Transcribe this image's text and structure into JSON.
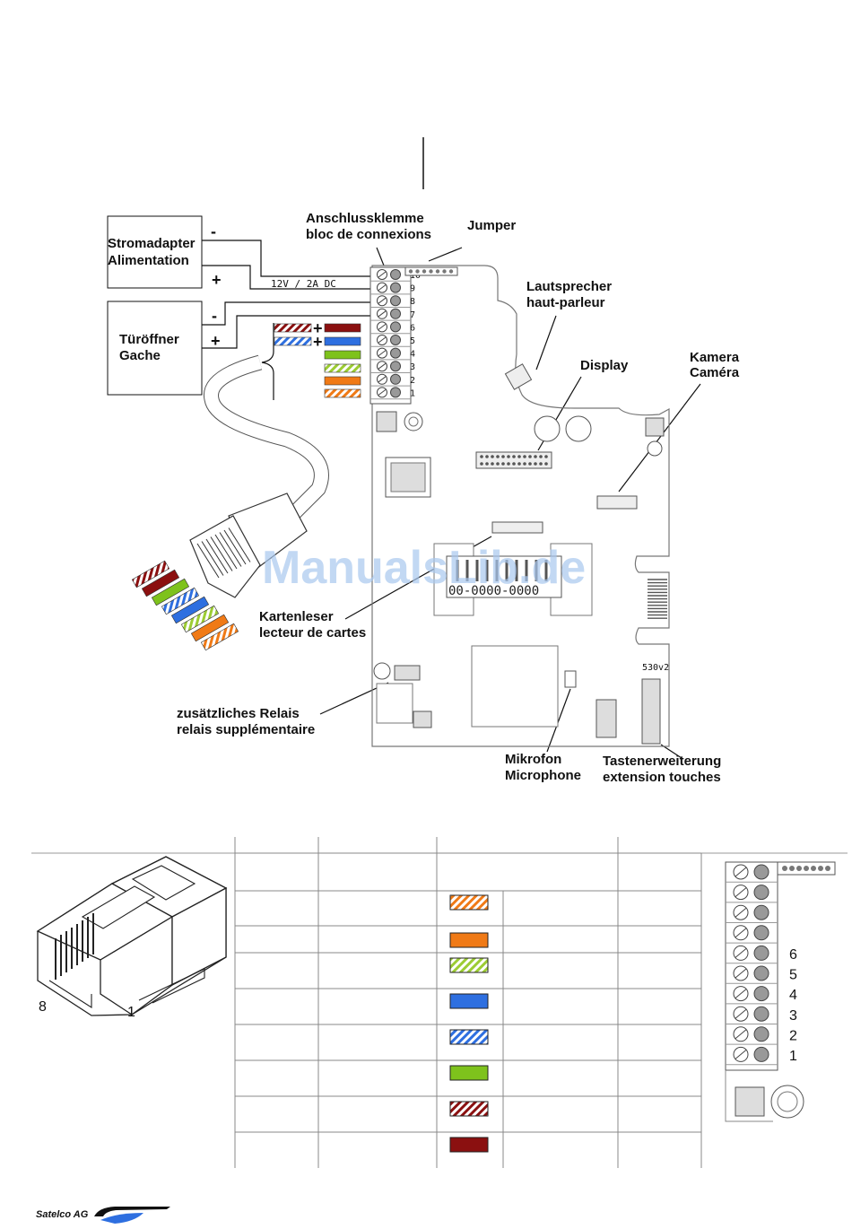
{
  "labels": {
    "power_box": [
      "Stromadapter",
      "Alimentation"
    ],
    "door_box": [
      "Türöffner",
      "Gache"
    ],
    "terminal": [
      "Anschlussklemme",
      "bloc de connexions"
    ],
    "jumper": "Jumper",
    "speaker": [
      "Lautsprecher",
      "haut-parleur"
    ],
    "display": "Display",
    "camera": [
      "Kamera",
      "Caméra"
    ],
    "card_reader": [
      "Kartenleser",
      "lecteur de cartes"
    ],
    "relay": [
      "zusätzliches Relais",
      "relais supplémentaire"
    ],
    "microphone": [
      "Mikrofon",
      "Microphone"
    ],
    "keypad": [
      "Tastenerweiterung",
      "extension touches"
    ],
    "voltage": "12V / 2A DC",
    "minus": "-",
    "plus": "+",
    "board_version": "530v2",
    "card_chip_text": "00-0000-0000"
  },
  "terminal_numbers": [
    "10",
    "9",
    "8",
    "7",
    "6",
    "5",
    "4",
    "3",
    "2",
    "1"
  ],
  "wire_colors": [
    {
      "main": "#8b1010",
      "stripe": true
    },
    {
      "main": "#8b1010",
      "stripe": false
    },
    {
      "main": "#2e6fe0",
      "stripe": true
    },
    {
      "main": "#2e6fe0",
      "stripe": false
    },
    {
      "main": "#7ec21c",
      "stripe": false
    },
    {
      "main": "#9ccc33",
      "stripe": true
    },
    {
      "main": "#f07a16",
      "stripe": false
    },
    {
      "main": "#f07a16",
      "stripe": true
    }
  ],
  "connector_pins": {
    "left": "8",
    "right": "1"
  },
  "table_rows": [
    {
      "color": "#f07a16",
      "stripe": true
    },
    {
      "color": "#f07a16",
      "stripe": false
    },
    {
      "color": "#9ccc33",
      "stripe": true
    },
    {
      "color": "#2e6fe0",
      "stripe": false
    },
    {
      "color": "#2e6fe0",
      "stripe": true
    },
    {
      "color": "#7ec21c",
      "stripe": false
    },
    {
      "color": "#8b1010",
      "stripe": true
    },
    {
      "color": "#8b1010",
      "stripe": false
    }
  ],
  "detail_numbers": [
    "6",
    "5",
    "4",
    "3",
    "2",
    "1"
  ],
  "watermark": "ManualsLib.de",
  "footer_logo": "Satelco AG"
}
